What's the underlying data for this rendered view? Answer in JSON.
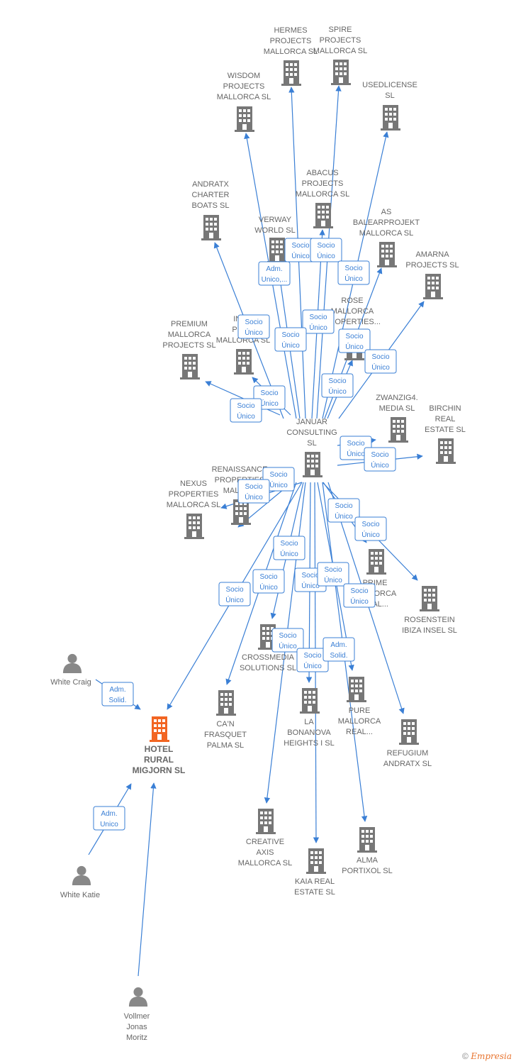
{
  "colors": {
    "edge": "#3a7fd5",
    "company": "#777777",
    "focus": "#f26522",
    "person": "#888888",
    "label": "#666666"
  },
  "nodes": [
    {
      "id": "januar",
      "kind": "company",
      "label": [
        "JANUAR",
        "CONSULTING",
        "SL"
      ]
    },
    {
      "id": "hermes",
      "kind": "company",
      "label": [
        "HERMES",
        "PROJECTS",
        "MALLORCA SL"
      ]
    },
    {
      "id": "spire",
      "kind": "company",
      "label": [
        "SPIRE",
        "PROJECTS",
        "MALLORCA SL"
      ]
    },
    {
      "id": "wisdom",
      "kind": "company",
      "label": [
        "WISDOM",
        "PROJECTS",
        "MALLORCA SL"
      ]
    },
    {
      "id": "usedlicense",
      "kind": "company",
      "label": [
        "USEDLICENSE",
        "SL"
      ]
    },
    {
      "id": "abacus",
      "kind": "company",
      "label": [
        "ABACUS",
        "PROJECTS",
        "MALLORCA SL"
      ]
    },
    {
      "id": "andratx",
      "kind": "company",
      "label": [
        "ANDRATX",
        "CHARTER",
        "BOATS SL"
      ]
    },
    {
      "id": "verway",
      "kind": "company",
      "label": [
        "VERWAY",
        "WORLD SL"
      ]
    },
    {
      "id": "balearprojekt",
      "kind": "company",
      "label": [
        "AS",
        "BALEARPROJEKT",
        "MALLORCA SL"
      ]
    },
    {
      "id": "amarna",
      "kind": "company",
      "label": [
        "AMARNA",
        "PROJECTS SL"
      ]
    },
    {
      "id": "rose",
      "kind": "company",
      "label": [
        "ROSE",
        "MALLORCA",
        "PROPERTIES..."
      ]
    },
    {
      "id": "premium",
      "kind": "company",
      "label": [
        "PREMIUM",
        "MALLORCA",
        "PROJECTS SL"
      ]
    },
    {
      "id": "inno",
      "kind": "company",
      "label": [
        "INNO",
        "PROP",
        "MALLORCA SL"
      ]
    },
    {
      "id": "zwanzig",
      "kind": "company",
      "label": [
        "ZWANZIG4.",
        "MEDIA SL"
      ]
    },
    {
      "id": "birchin",
      "kind": "company",
      "label": [
        "BIRCHIN",
        "REAL",
        "ESTATE SL"
      ]
    },
    {
      "id": "renaissance",
      "kind": "company",
      "label": [
        "RENAISSANCE",
        "PROPERTIES",
        "MALLO..."
      ]
    },
    {
      "id": "nexus",
      "kind": "company",
      "label": [
        "NEXUS",
        "PROPERTIES",
        "MALLORCA SL"
      ]
    },
    {
      "id": "prime",
      "kind": "company",
      "label": [
        "PRIME",
        "MALLORCA",
        "REAL..."
      ]
    },
    {
      "id": "rosenstein",
      "kind": "company",
      "label": [
        "ROSENSTEIN",
        "IBIZA INSEL SL"
      ]
    },
    {
      "id": "crossmedia",
      "kind": "company",
      "label": [
        "CROSSMEDIA",
        "SOLUTIONS SL"
      ]
    },
    {
      "id": "canfrasquet",
      "kind": "company",
      "label": [
        "CA'N",
        "FRASQUET",
        "PALMA SL"
      ]
    },
    {
      "id": "labonanova",
      "kind": "company",
      "label": [
        "LA",
        "BONANOVA",
        "HEIGHTS I SL"
      ]
    },
    {
      "id": "pure",
      "kind": "company",
      "label": [
        "PURE",
        "MALLORCA",
        "REAL..."
      ]
    },
    {
      "id": "refugium",
      "kind": "company",
      "label": [
        "REFUGIUM",
        "ANDRATX SL"
      ]
    },
    {
      "id": "hotel",
      "kind": "focus",
      "label": [
        "HOTEL",
        "RURAL",
        "MIGJORN SL"
      ]
    },
    {
      "id": "creative",
      "kind": "company",
      "label": [
        "CREATIVE",
        "AXIS",
        "MALLORCA SL"
      ]
    },
    {
      "id": "kaia",
      "kind": "company",
      "label": [
        "KAIA REAL",
        "ESTATE SL"
      ]
    },
    {
      "id": "alma",
      "kind": "company",
      "label": [
        "ALMA",
        "PORTIXOL SL"
      ]
    },
    {
      "id": "craig",
      "kind": "person",
      "label": [
        "White Craig"
      ]
    },
    {
      "id": "katie",
      "kind": "person",
      "label": [
        "White Katie"
      ]
    },
    {
      "id": "vollmer",
      "kind": "person",
      "label": [
        "Vollmer",
        "Jonas",
        "Moritz"
      ]
    }
  ],
  "relations": [
    {
      "label": [
        "Socio",
        "Único"
      ]
    },
    {
      "label": [
        "Socio",
        "Único"
      ]
    },
    {
      "label": [
        "Adm.",
        "Unico,..."
      ]
    },
    {
      "label": [
        "Socio",
        "Único"
      ]
    },
    {
      "label": [
        "Socio",
        "Único"
      ]
    },
    {
      "label": [
        "Socio",
        "Único"
      ]
    },
    {
      "label": [
        "Socio",
        "Único"
      ]
    },
    {
      "label": [
        "Socio",
        "Único"
      ]
    },
    {
      "label": [
        "Socio",
        "Único"
      ]
    },
    {
      "label": [
        "Socio",
        "Único"
      ]
    },
    {
      "label": [
        "Socio",
        "Único"
      ]
    },
    {
      "label": [
        "Socio",
        "Único"
      ]
    },
    {
      "label": [
        "Socio",
        "Único"
      ]
    },
    {
      "label": [
        "Socio",
        "Único"
      ]
    },
    {
      "label": [
        "Socio",
        "Único"
      ]
    },
    {
      "label": [
        "Socio",
        "Único"
      ]
    },
    {
      "label": [
        "Socio",
        "Único"
      ]
    },
    {
      "label": [
        "Socio",
        "Único"
      ]
    },
    {
      "label": [
        "Socio",
        "Único"
      ]
    },
    {
      "label": [
        "Socio",
        "Único"
      ]
    },
    {
      "label": [
        "Socio",
        "Único"
      ]
    },
    {
      "label": [
        "Socio",
        "Único"
      ]
    },
    {
      "label": [
        "Socio",
        "Único"
      ]
    },
    {
      "label": [
        "Socio",
        "Único"
      ]
    },
    {
      "label": [
        "Socio",
        "Único"
      ]
    },
    {
      "label": [
        "Socio",
        "Único"
      ]
    },
    {
      "label": [
        "Adm.",
        "Solid."
      ]
    },
    {
      "label": [
        "Adm.",
        "Solid."
      ]
    },
    {
      "label": [
        "Adm.",
        "Unico"
      ]
    }
  ],
  "footer": {
    "copyright": "©",
    "brand": "Empresia"
  }
}
